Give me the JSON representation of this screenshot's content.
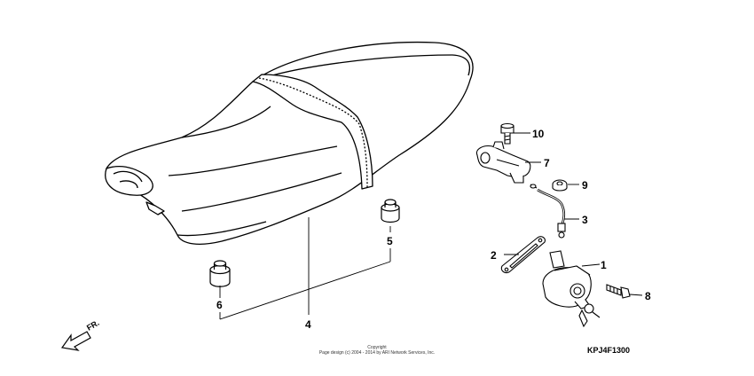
{
  "diagram": {
    "direction_label": "FR.",
    "callouts": [
      {
        "id": "p1",
        "label": "1"
      },
      {
        "id": "p2",
        "label": "2"
      },
      {
        "id": "p3",
        "label": "3"
      },
      {
        "id": "p4",
        "label": "4"
      },
      {
        "id": "p5",
        "label": "5"
      },
      {
        "id": "p6",
        "label": "6"
      },
      {
        "id": "p7",
        "label": "7"
      },
      {
        "id": "p8",
        "label": "8"
      },
      {
        "id": "p9",
        "label": "9"
      },
      {
        "id": "p10",
        "label": "10"
      }
    ],
    "copyright_line1": "Copyright",
    "copyright_line2": "Page design (c) 2004 - 2014 by ARI Network Services, Inc.",
    "diagram_code": "KPJ4F1300"
  }
}
